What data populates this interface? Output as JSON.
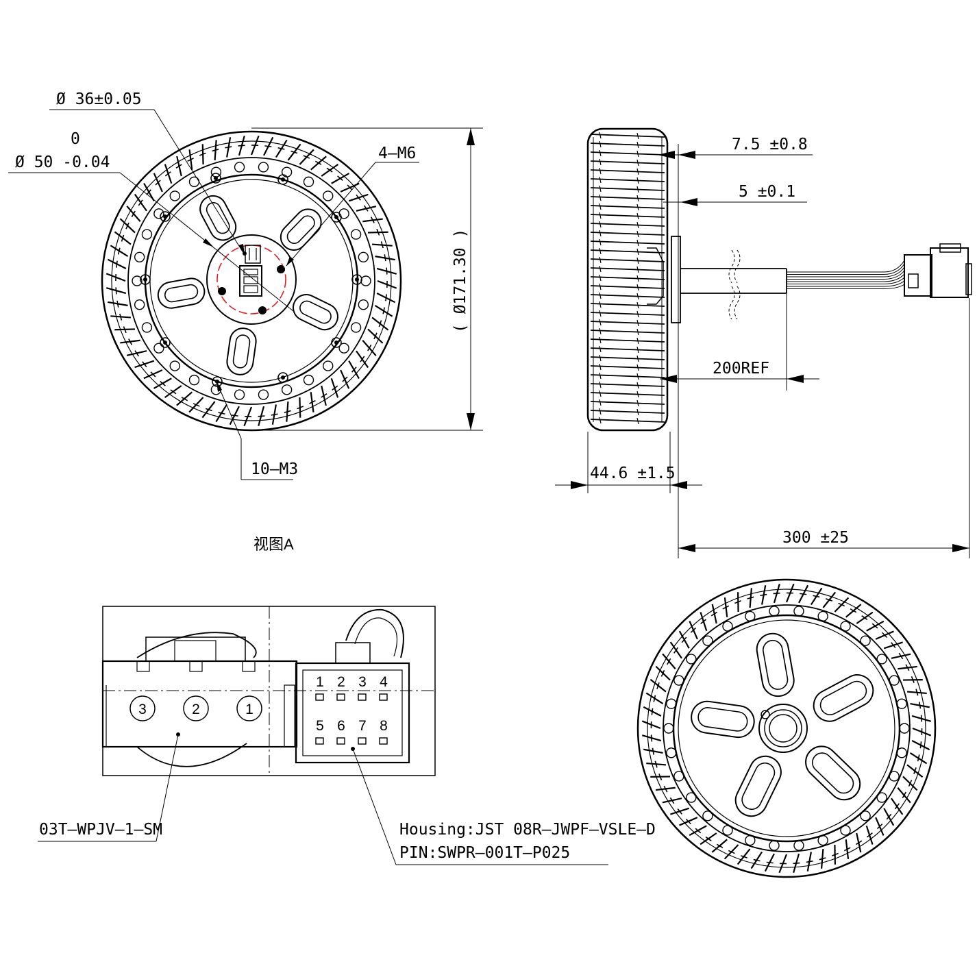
{
  "front_view": {
    "bore_diameter": "Ø 36±0.05",
    "shaft_tol_upper": "0",
    "shaft_diameter": "Ø 50  -0.04",
    "mount_holes": "4–M6",
    "outer_diameter": "( Ø171.30 )",
    "rim_holes": "10–M3",
    "caption": "视图A"
  },
  "side_view": {
    "offset_1": "7.5 ±0.8",
    "offset_2": "5 ±0.1",
    "cable_ref": "200REF",
    "width": "44.6 ±1.5",
    "cable_length": "300 ±25"
  },
  "connector_detail": {
    "power_connector": "03T–WPJV–1–SM",
    "housing": "Housing:JST 08R–JWPF–VSLE–D",
    "pin": "PIN:SWPR–001T–P025",
    "power_pins": [
      "3",
      "2",
      "1"
    ],
    "signal_pins_top": [
      "1",
      "2",
      "3",
      "4"
    ],
    "signal_pins_bottom": [
      "5",
      "6",
      "7",
      "8"
    ]
  },
  "colors": {
    "line": "#000000",
    "highlight": "#e02020"
  }
}
